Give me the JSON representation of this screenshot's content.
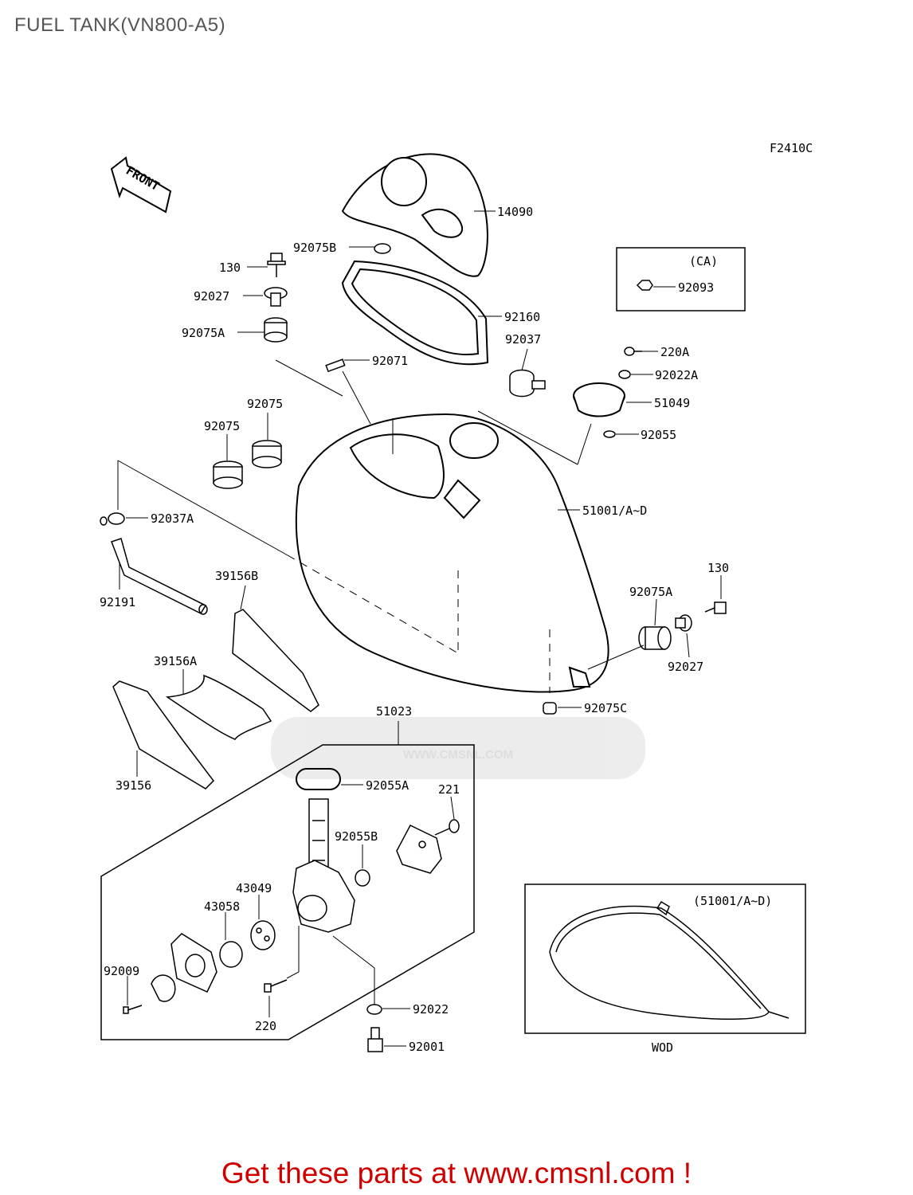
{
  "title": "FUEL TANK(VN800-A5)",
  "figure_code": "F2410C",
  "front_label": "FRONT",
  "watermark_text": "WWW.CMSNL.COM",
  "inset_ca": {
    "label": "(CA)"
  },
  "inset_tank": {
    "label": "(51001/A~D)",
    "caption": "WOD"
  },
  "callouts": {
    "c14090": "14090",
    "c92075B": "92075B",
    "c130a": "130",
    "c92027a": "92027",
    "c92075Aa": "92075A",
    "c92160": "92160",
    "c92037": "92037",
    "c92071": "92071",
    "c92093": "92093",
    "c220A": "220A",
    "c92022A": "92022A",
    "c51049": "51049",
    "c92055": "92055",
    "c92075a": "92075",
    "c92075b": "92075",
    "c92037A": "92037A",
    "c51001": "51001/A~D",
    "c92191": "92191",
    "c39156B": "39156B",
    "c130b": "130",
    "c92075Ab": "92075A",
    "c92027b": "92027",
    "c39156A": "39156A",
    "c92075C": "92075C",
    "c51023": "51023",
    "c39156": "39156",
    "c92055A": "92055A",
    "c221": "221",
    "c92055B": "92055B",
    "c43049": "43049",
    "c43058": "43058",
    "c92009": "92009",
    "c220": "220",
    "c92022": "92022",
    "c92001": "92001"
  },
  "cta_text": "Get these parts at www.cmsnl.com !",
  "colors": {
    "cta": "#d00000",
    "title": "#555555",
    "line": "#000000"
  }
}
